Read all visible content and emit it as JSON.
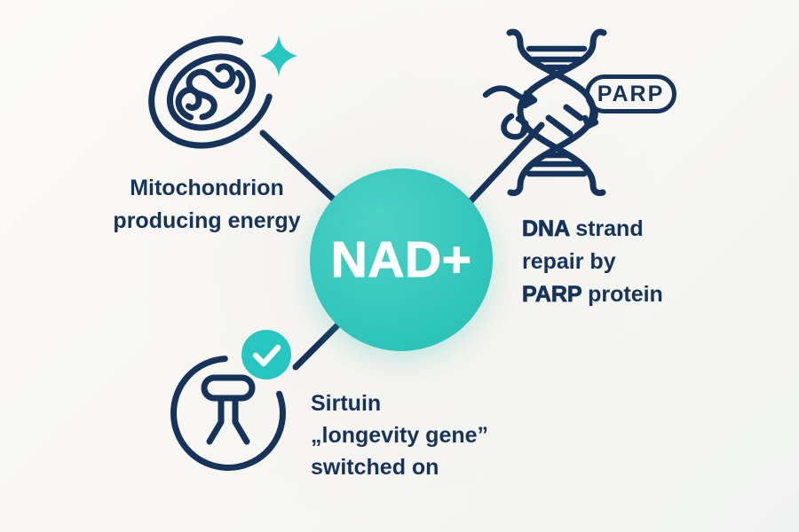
{
  "colors": {
    "navy": "#16335b",
    "teal": "#2fc5ba",
    "tealBright": "#27c6c1",
    "background": "#f7f5f1",
    "white": "#ffffff"
  },
  "center": {
    "label": "NAD+"
  },
  "mitochondrion": {
    "lines": [
      "Mitochondrion",
      "producing energy"
    ]
  },
  "dna": {
    "badge": "PARP",
    "line1_strong": "DNA",
    "line1_rest": " strand",
    "line2": "repair by",
    "line3_strong": "PARP",
    "line3_rest": " protein"
  },
  "sirtuin": {
    "lines": [
      "Sirtuin",
      "„longevity gene”",
      "switched on"
    ]
  },
  "icons": {
    "mitochondrion": "mitochondrion-icon",
    "sparkle": "sparkle-icon",
    "dna": "dna-helix-icon",
    "gene_switch": "gene-switch-icon",
    "check": "check-icon"
  }
}
